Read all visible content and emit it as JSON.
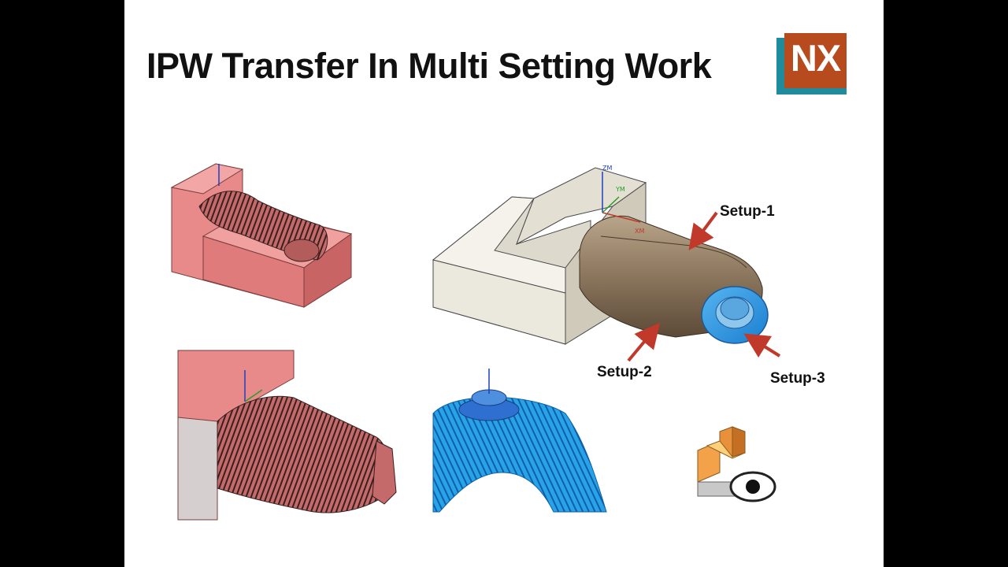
{
  "slide": {
    "title": "IPW Transfer In Multi Setting Work",
    "logo_text": "NX",
    "logo_colors": {
      "front": "#b74b1d",
      "back": "#1e8c9c"
    }
  },
  "labels": {
    "setup1": "Setup-1",
    "setup2": "Setup-2",
    "setup3": "Setup-3"
  },
  "axis_labels": {
    "zm": "ZM",
    "ym": "YM",
    "xm": "XM"
  },
  "icons": [
    "ipw-visibility-icon"
  ],
  "colors": {
    "ipw_pink": "#e88a8a",
    "part_brown": "#8f7a62",
    "face_blue": "#3f8fd8",
    "arrow_red": "#c0392b"
  }
}
